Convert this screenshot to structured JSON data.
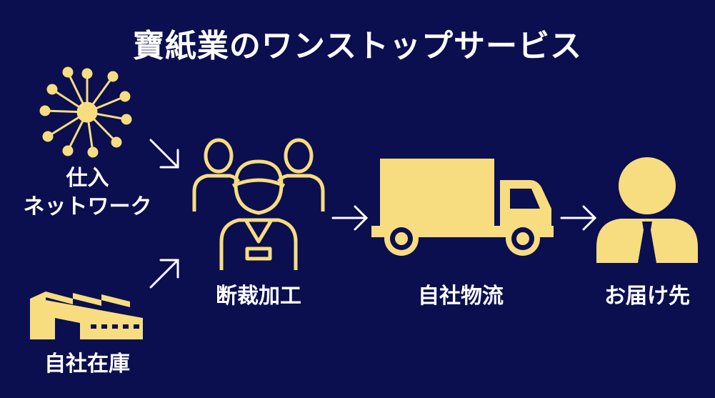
{
  "title": "寶紙業のワンストップサービス",
  "colors": {
    "background": "#0b0f4f",
    "icon": "#f7dd7f",
    "text": "#ffffff",
    "arrow": "#ffffff"
  },
  "nodes": {
    "supply_network": {
      "label_line1": "仕入",
      "label_line2": "ネットワーク",
      "icon": "network-icon"
    },
    "own_warehouse": {
      "label": "自社在庫",
      "icon": "factory-icon"
    },
    "cutting": {
      "label": "断裁加工",
      "icon": "team-icon"
    },
    "logistics": {
      "label": "自社物流",
      "icon": "truck-icon"
    },
    "delivery": {
      "label": "お届け先",
      "icon": "customer-icon"
    }
  }
}
